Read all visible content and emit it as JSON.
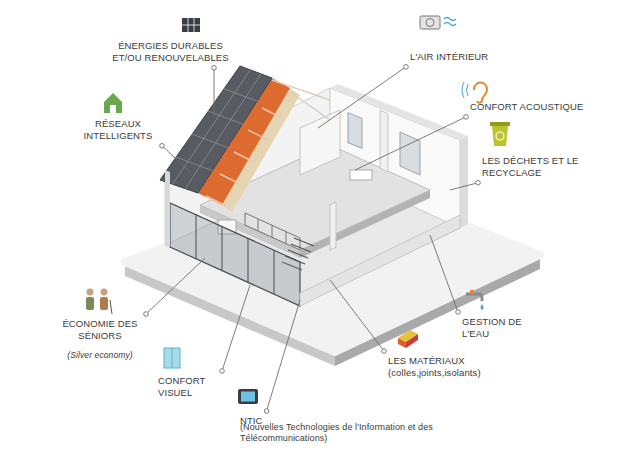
{
  "diagram": {
    "labels": [
      "ÉNERGIES DURABLES ET/OU RENOUVELABLES",
      "L'AIR INTÉRIEUR",
      "RÉSEAUX INTELLIGENTS",
      "CONFORT ACOUSTIQUE",
      "LES DÉCHETS ET LE RECYCLAGE",
      "GESTION DE L'EAU",
      "ÉCONOMIE DES SÉNIORS",
      "(Silver economy)",
      "CONFORT VISUEL",
      "LES MATÉRIAUX",
      "(colles,joints,isolants)",
      "NTIC",
      "(Nouvelles Technologies de l'Information et des Télécommunications)"
    ]
  }
}
